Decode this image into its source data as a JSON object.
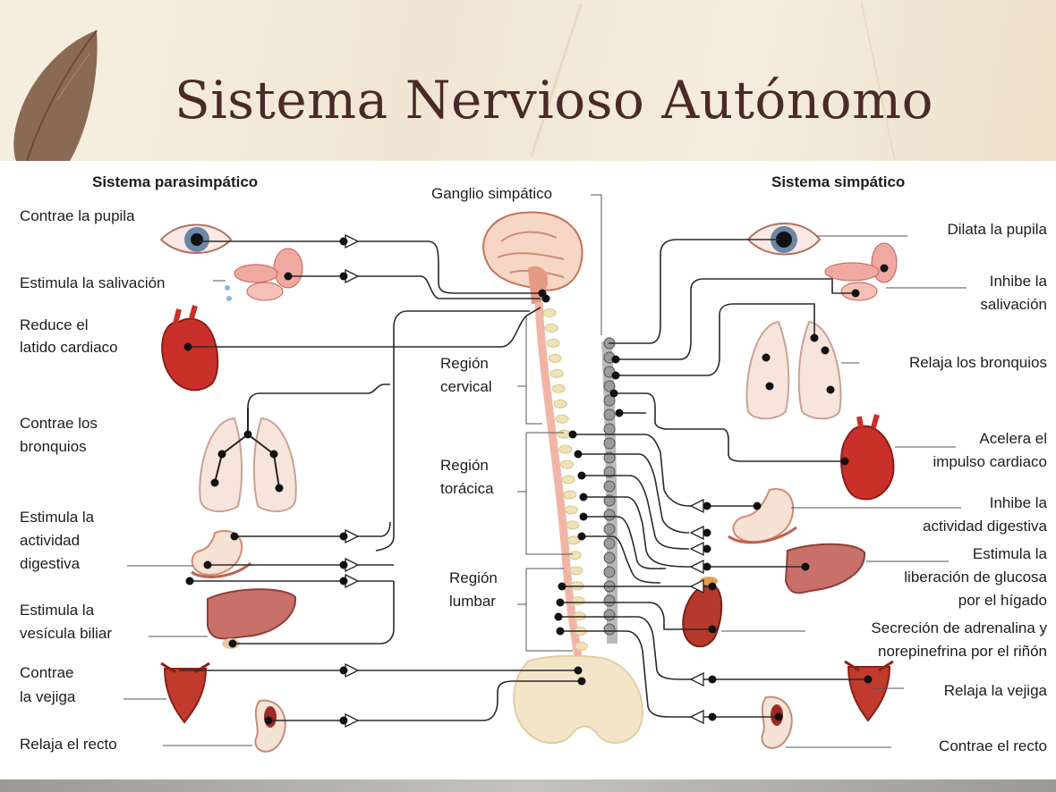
{
  "title": "Sistema Nervioso Autónomo",
  "headers": {
    "parasympathetic": "Sistema parasimpático",
    "sympathetic": "Sistema simpático",
    "ganglion": "Ganglio simpático"
  },
  "regions": {
    "cervical": [
      "Región",
      "cervical"
    ],
    "thoracic": [
      "Región",
      "torácica"
    ],
    "lumbar": [
      "Región",
      "lumbar"
    ]
  },
  "parasympathetic_effects": {
    "pupil": [
      "Contrae la pupila"
    ],
    "saliva": [
      "Estimula la salivación"
    ],
    "heart": [
      "Reduce el",
      "latido cardiaco"
    ],
    "bronchi": [
      "Contrae los",
      "bronquios"
    ],
    "digestion": [
      "Estimula la",
      "actividad",
      "digestiva"
    ],
    "gallbladder": [
      "Estimula la",
      "vesícula biliar"
    ],
    "bladder": [
      "Contrae",
      "la vejiga"
    ],
    "rectum": [
      "Relaja el recto"
    ]
  },
  "sympathetic_effects": {
    "pupil": [
      "Dilata la pupila"
    ],
    "saliva": [
      "Inhibe la",
      "salivación"
    ],
    "bronchi": [
      "Relaja los bronquios"
    ],
    "heart": [
      "Acelera el",
      "impulso cardiaco"
    ],
    "digestion": [
      "Inhibe la",
      "actividad digestiva"
    ],
    "glucose": [
      "Estimula la",
      "liberación de glucosa",
      "por el hígado"
    ],
    "adrenaline": [
      "Secreción de adrenalina y",
      "norepinefrina por el riñón"
    ],
    "bladder": [
      "Relaja la vejiga"
    ],
    "rectum": [
      "Contrae el recto"
    ]
  }
}
